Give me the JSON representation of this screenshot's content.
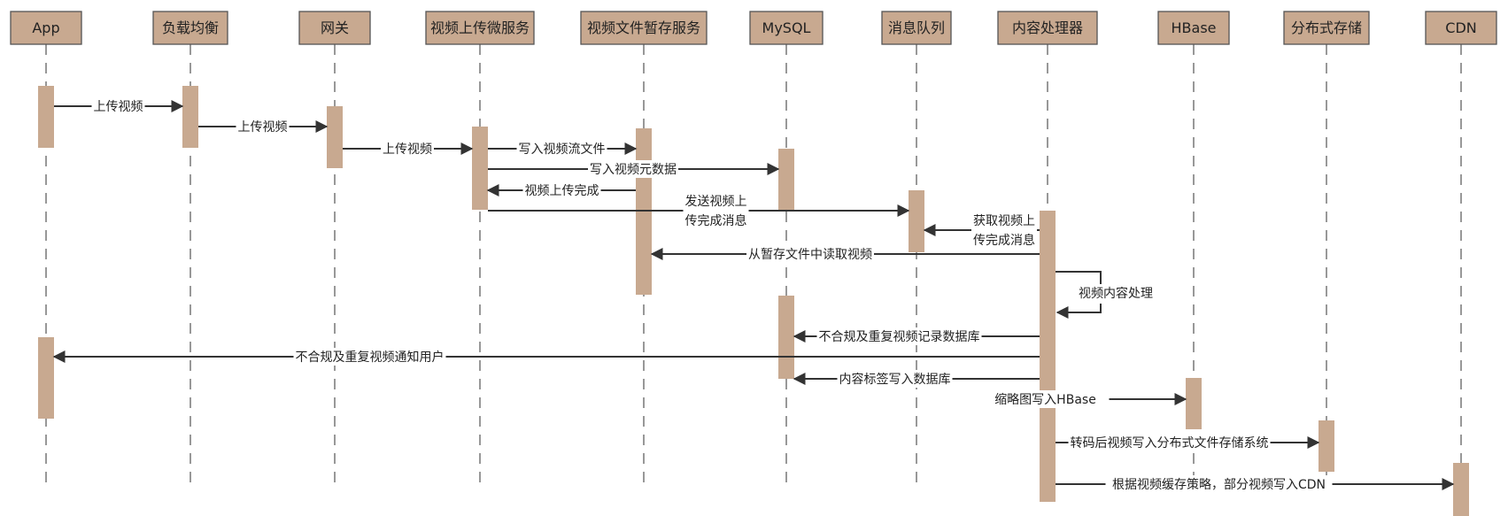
{
  "title": "视频上传与处理时序图",
  "colors": {
    "actor_fill": "#c8a990",
    "activation_fill": "#c8a990",
    "line": "#333333",
    "lifeline": "#777777"
  },
  "actors": [
    {
      "id": "app",
      "label": "App"
    },
    {
      "id": "lb",
      "label": "负载均衡"
    },
    {
      "id": "gw",
      "label": "网关"
    },
    {
      "id": "upload",
      "label": "视频上传微服务"
    },
    {
      "id": "tmp",
      "label": "视频文件暂存服务"
    },
    {
      "id": "mysql",
      "label": "MySQL"
    },
    {
      "id": "mq",
      "label": "消息队列"
    },
    {
      "id": "proc",
      "label": "内容处理器"
    },
    {
      "id": "hbase",
      "label": "HBase"
    },
    {
      "id": "dfs",
      "label": "分布式存储"
    },
    {
      "id": "cdn",
      "label": "CDN"
    }
  ],
  "messages": [
    {
      "from": "app",
      "to": "lb",
      "label": "上传视频"
    },
    {
      "from": "lb",
      "to": "gw",
      "label": "上传视频"
    },
    {
      "from": "gw",
      "to": "upload",
      "label": "上传视频"
    },
    {
      "from": "upload",
      "to": "tmp",
      "label": "写入视频流文件"
    },
    {
      "from": "upload",
      "to": "mysql",
      "label": "写入视频元数据"
    },
    {
      "from": "tmp",
      "to": "upload",
      "label": "视频上传完成"
    },
    {
      "from": "upload",
      "to": "mq",
      "label": "发送视频上\n传完成消息"
    },
    {
      "from": "proc",
      "to": "mq",
      "label": "获取视频上\n传完成消息"
    },
    {
      "from": "proc",
      "to": "tmp",
      "label": "从暂存文件中读取视频"
    },
    {
      "from": "proc",
      "to": "proc",
      "label": "视频内容处理"
    },
    {
      "from": "proc",
      "to": "mysql",
      "label": "不合规及重复视频记录数据库"
    },
    {
      "from": "proc",
      "to": "app",
      "label": "不合规及重复视频通知用户"
    },
    {
      "from": "proc",
      "to": "mysql",
      "label": "内容标签写入数据库"
    },
    {
      "from": "proc",
      "to": "hbase",
      "label": "缩略图写入HBase"
    },
    {
      "from": "proc",
      "to": "dfs",
      "label": "转码后视频写入分布式文件存储系统"
    },
    {
      "from": "proc",
      "to": "cdn",
      "label": "根据视频缓存策略，部分视频写入CDN"
    }
  ]
}
